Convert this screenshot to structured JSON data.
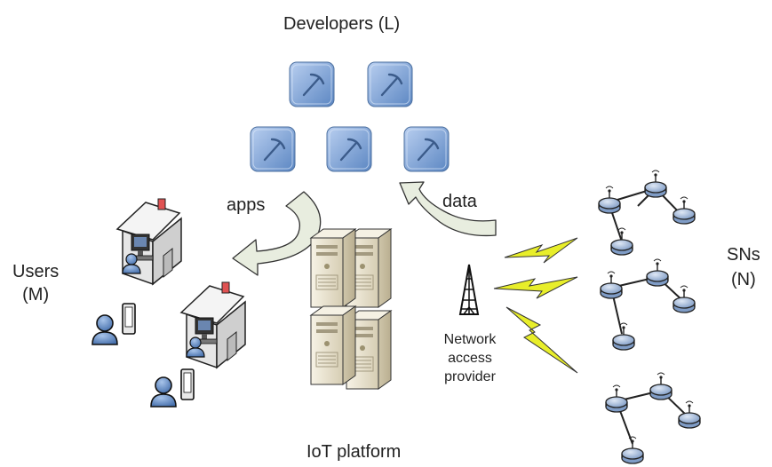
{
  "labels": {
    "developers": "Developers (L)",
    "apps": "apps",
    "data": "data",
    "users_line1": "Users",
    "users_line2": "(M)",
    "sns_line1": "SNs",
    "sns_line2": "(N)",
    "nap_line1": "Network",
    "nap_line2": "access",
    "nap_line3": "provider",
    "iot_platform": "IoT platform"
  },
  "colors": {
    "developer_tile": "#7fa6d6",
    "arrow_fill": "#e8eddf",
    "lightning": "#e8ee2a",
    "sensor_node": "#9fb6d6",
    "server_body": "#ece6d4"
  },
  "icons": {
    "developer": "pickaxe-icon",
    "user": "person-icon",
    "house": "house-icon",
    "server": "server-rack-icon",
    "tower": "antenna-tower-icon",
    "wireless": "lightning-icon",
    "sensor": "sensor-node-icon"
  }
}
